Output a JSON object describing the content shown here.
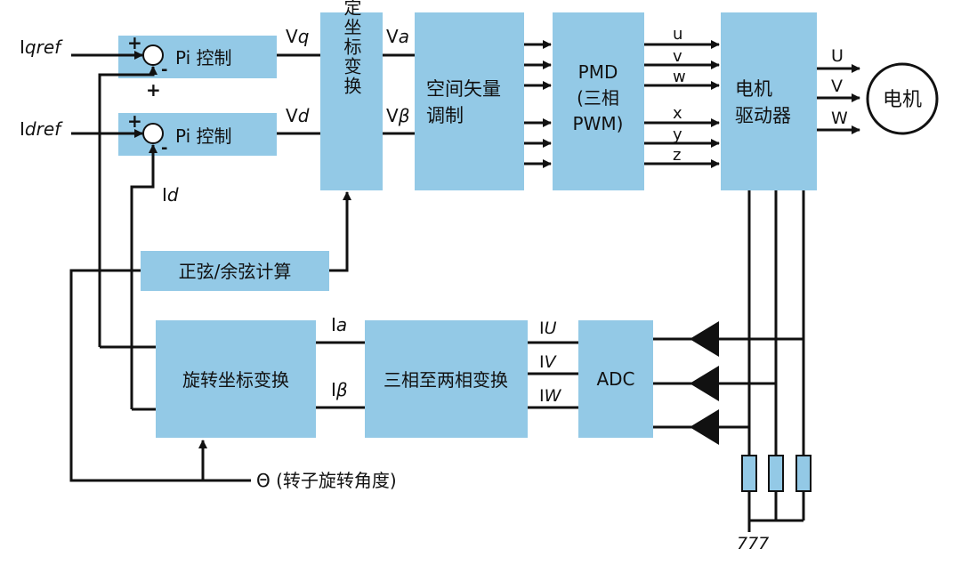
{
  "colors": {
    "block_fill": "#93c9e6",
    "line": "#111111",
    "background": "#ffffff"
  },
  "inputs": {
    "iq_ref_prefix": "I",
    "iq_ref_sub": "qref",
    "id_ref_prefix": "I",
    "id_ref_sub": "dref"
  },
  "summers": {
    "plus": "+",
    "minus": "-"
  },
  "pi_controllers": {
    "label_top": "Pi 控制",
    "label_bottom": "Pi 控制"
  },
  "signals": {
    "vq_prefix": "V",
    "vq_sub": "q",
    "vd_prefix": "V",
    "vd_sub": "d",
    "va_prefix": "V",
    "va_sub": "a",
    "vb_prefix": "V",
    "vb_sub": "β",
    "id_prefix": "I",
    "id_sub": "d",
    "ia_prefix": "I",
    "ia_sub": "a",
    "ib_prefix": "I",
    "ib_sub": "β",
    "iu_prefix": "I",
    "iu_sub": "U",
    "iv_prefix": "I",
    "iv_sub": "V",
    "iw_prefix": "I",
    "iw_sub": "W"
  },
  "blocks": {
    "fixed_coord": "固定坐标变换",
    "svm_line1": "空间矢量",
    "svm_line2": "调制",
    "pmd_line1": "PMD",
    "pmd_line2": "(三相",
    "pmd_line3": "PWM)",
    "driver_line1": "电机",
    "driver_line2": "驱动器",
    "sincos": "正弦/余弦计算",
    "rotating": "旋转坐标变换",
    "clarke": "三相至两相变换",
    "adc": "ADC"
  },
  "pwm_outputs": {
    "u": "u",
    "v": "v",
    "w": "w",
    "x": "x",
    "y": "y",
    "z": "z"
  },
  "phases": {
    "U": "U",
    "V": "V",
    "W": "W"
  },
  "motor": "电机",
  "theta": "Θ (转子旋转角度)",
  "ground": "777"
}
